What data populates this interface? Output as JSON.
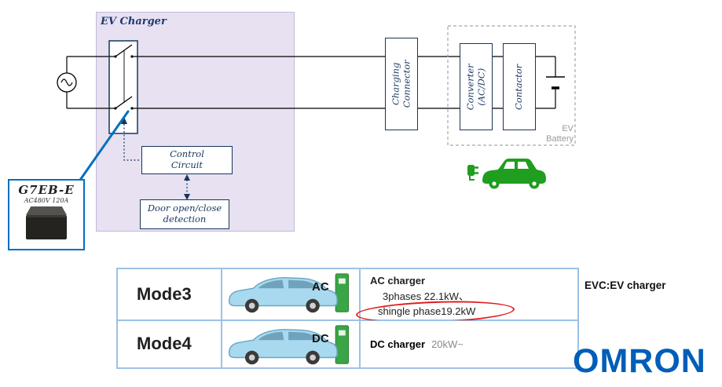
{
  "colors": {
    "omron-blue": "#005eb8",
    "accent-blue": "#0070c0",
    "navy": "#17365d",
    "purple-bg": "#e7e1f1",
    "green": "#1f9e1f",
    "table-border": "#9cc2e5",
    "red-ellipse": "#e01b1b"
  },
  "diagram": {
    "region_label": "EV Charger",
    "control_circuit": {
      "line1": "Control",
      "line2": "Circuit"
    },
    "door_detection": {
      "line1": "Door open/close",
      "line2": "detection"
    },
    "charging_connector": {
      "line1": "Charging",
      "line2": "Connector"
    },
    "converter": {
      "line1": "Converter",
      "line2": "(AC/DC)"
    },
    "contactor": {
      "label": "Contactor"
    },
    "ev_battery": {
      "line1": "EV",
      "line2": "Battery"
    },
    "relay_callout": {
      "model": "G7EB-E",
      "rating": "AC480V 120A"
    }
  },
  "table": {
    "rows": [
      {
        "mode": "Mode3",
        "plug": "AC",
        "title": "AC charger",
        "spec1": "3phases 22.1kW、",
        "spec2": "shingle phase19.2kW"
      },
      {
        "mode": "Mode4",
        "plug": "DC",
        "title": "DC charger",
        "spec1": "20kW~"
      }
    ]
  },
  "notes": {
    "evc": "EVC:EV charger"
  },
  "brand": {
    "logo": "OMRON"
  }
}
